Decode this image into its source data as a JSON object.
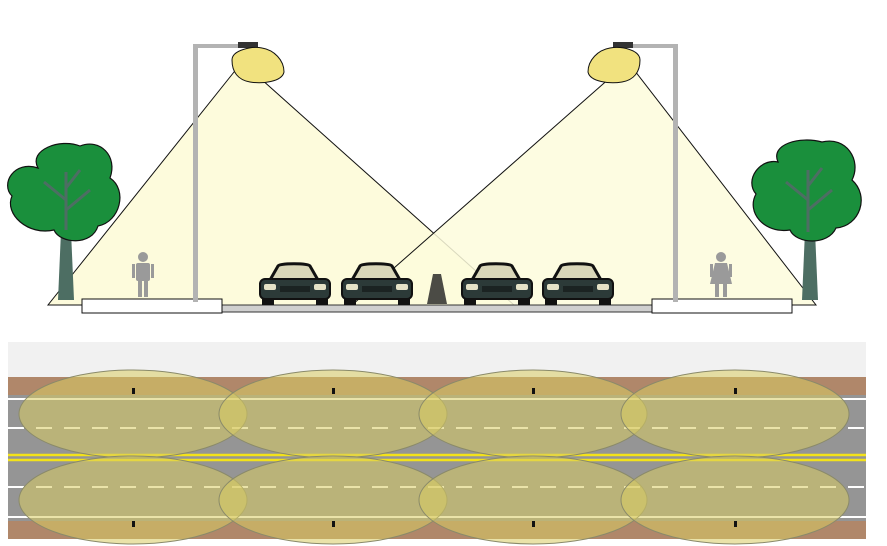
{
  "colors": {
    "background": "#ffffff",
    "light_cone": "#fdfbdc",
    "luminaire": "#f1e27f",
    "pole": "#b3b3b3",
    "tree_foliage": "#1a8f3c",
    "tree_trunk": "#4d6e63",
    "pedestrian": "#9a9a9a",
    "car_body": "#2c3a38",
    "car_outline": "#111111",
    "road_asphalt": "#959595",
    "roadside_strip": "#b0876a",
    "light_pool": "#d8cc63",
    "center_line": "#f3e21a",
    "lane_marking": "#ffffff",
    "sidewalk": "#ffffff"
  },
  "icons": {
    "left_tree": "tree-icon",
    "right_tree": "tree-icon",
    "male_pedestrian": "male-pedestrian-icon",
    "female_pedestrian": "female-pedestrian-icon",
    "luminaire": "street-lamp-icon",
    "cars": "car-front-icon",
    "traffic_cone": "traffic-cone-icon"
  },
  "scene": {
    "poles_count": 2,
    "cars_count": 4,
    "plan_luminaires": 4,
    "plan_lanes": 4
  }
}
